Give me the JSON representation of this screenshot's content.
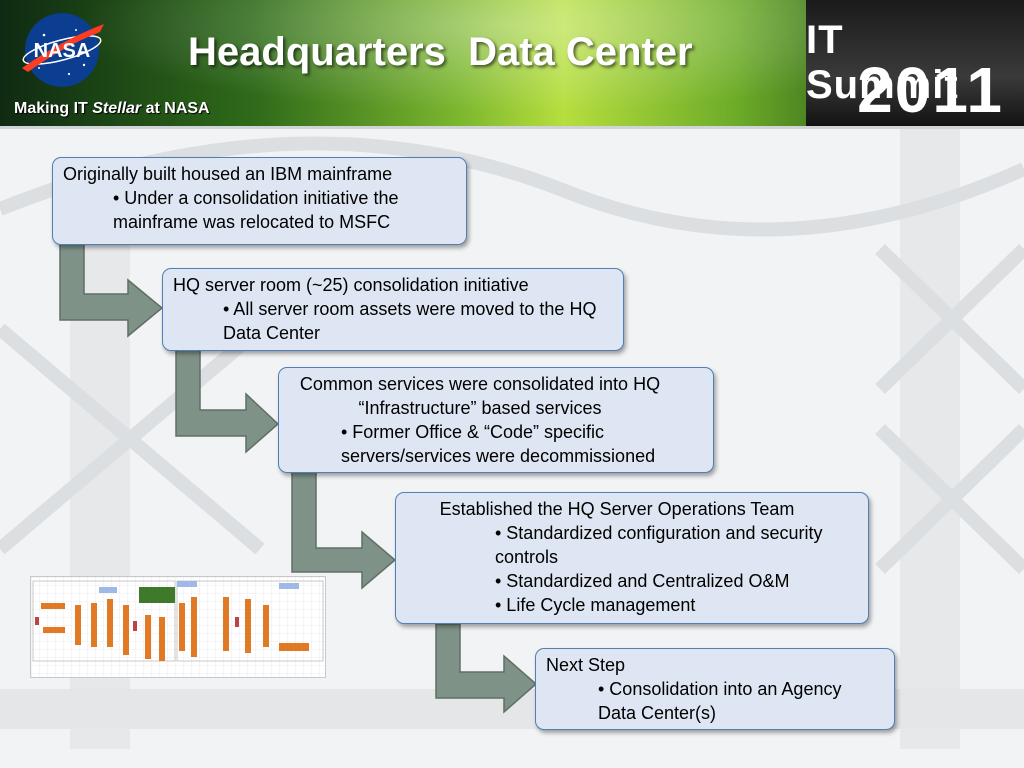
{
  "header": {
    "logo_text": "NASA",
    "tagline_prefix": "Making IT ",
    "tagline_stylized": "Stellar",
    "tagline_suffix": " at NASA",
    "title": "Headquarters  Data Center",
    "summit_line1": "IT Summit",
    "summit_line2": "2011"
  },
  "steps": [
    {
      "head": "Originally built housed an IBM mainframe",
      "bullets": [
        "• Under a consolidation initiative the mainframe was relocated to MSFC"
      ]
    },
    {
      "head": "HQ server room (~25) consolidation initiative",
      "bullets": [
        "• All server room assets were moved to the HQ Data Center"
      ]
    },
    {
      "head": "Common services were consolidated into HQ “Infrastructure” based services",
      "bullets": [
        "• Former Office & “Code” specific servers/services were decommissioned"
      ]
    },
    {
      "head": "Established the HQ Server Operations Team",
      "bullets": [
        "• Standardized configuration and security controls",
        "• Standardized and Centralized O&M",
        "• Life Cycle management"
      ]
    },
    {
      "head": "Next Step",
      "bullets": [
        "• Consolidation into an Agency Data Center(s)"
      ]
    }
  ],
  "colors": {
    "box_fill": "#dde6f2",
    "box_border": "#4f7fb5",
    "arrow_fill": "#7f9288",
    "header_green": "#7cb72e"
  }
}
